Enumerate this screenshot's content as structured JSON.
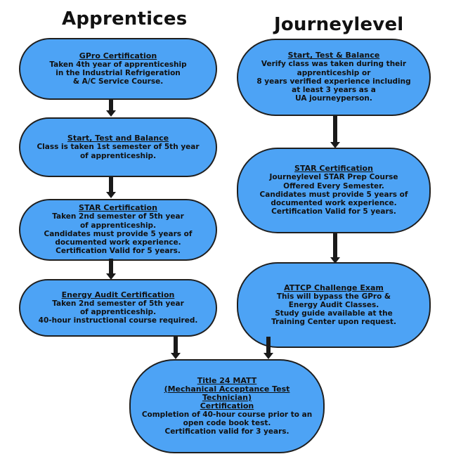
{
  "columns": {
    "apprentices_title": "Apprentices",
    "journeylevel_title": "Journeylevel"
  },
  "apprentices": [
    {
      "title": "GPro Certification",
      "lines": [
        "Taken 4th year of apprenticeship",
        "in the Industrial Refrigeration",
        "& A/C Service Course."
      ]
    },
    {
      "title": "Start, Test and Balance",
      "lines": [
        "Class is taken 1st semester of 5th year",
        "of apprenticeship."
      ]
    },
    {
      "title": "STAR Certification",
      "lines": [
        "Taken 2nd semester of 5th year",
        "of apprenticeship.",
        "Candidates must provide 5 years of",
        "documented work experience.",
        "Certification Valid for 5 years."
      ]
    },
    {
      "title": "Energy Audit Certification",
      "lines": [
        "Taken 2nd semester of 5th year",
        "of apprenticeship.",
        "40-hour instructional course required."
      ]
    }
  ],
  "journeylevel": [
    {
      "title": "Start, Test & Balance",
      "lines": [
        "Verify class was taken during their",
        "apprenticeship or",
        "8 years verified experience including",
        "at least 3 years as a",
        "UA journeyperson."
      ]
    },
    {
      "title": "STAR Certification",
      "lines": [
        "Journeylevel STAR Prep Course",
        "Offered Every Semester.",
        "Candidates must provide 5 years of",
        "documented work experience.",
        "Certification Valid for 5 years."
      ]
    },
    {
      "title": "ATTCP Challenge Exam",
      "lines": [
        "This will bypass the GPro &",
        "Energy Audit Classes.",
        "Study guide available at the",
        "Training Center upon request."
      ]
    }
  ],
  "final": {
    "title_lines": [
      "Title 24 MATT",
      "(Mechanical Acceptance Test Technician)",
      "Certification"
    ],
    "lines": [
      "Completion of 40-hour course prior to an",
      "open code book test.",
      "Certification valid for 3 years."
    ]
  },
  "colors": {
    "box_fill": "#4da3f5",
    "border": "#1f1f1f",
    "arrow": "#1a1a1a"
  }
}
